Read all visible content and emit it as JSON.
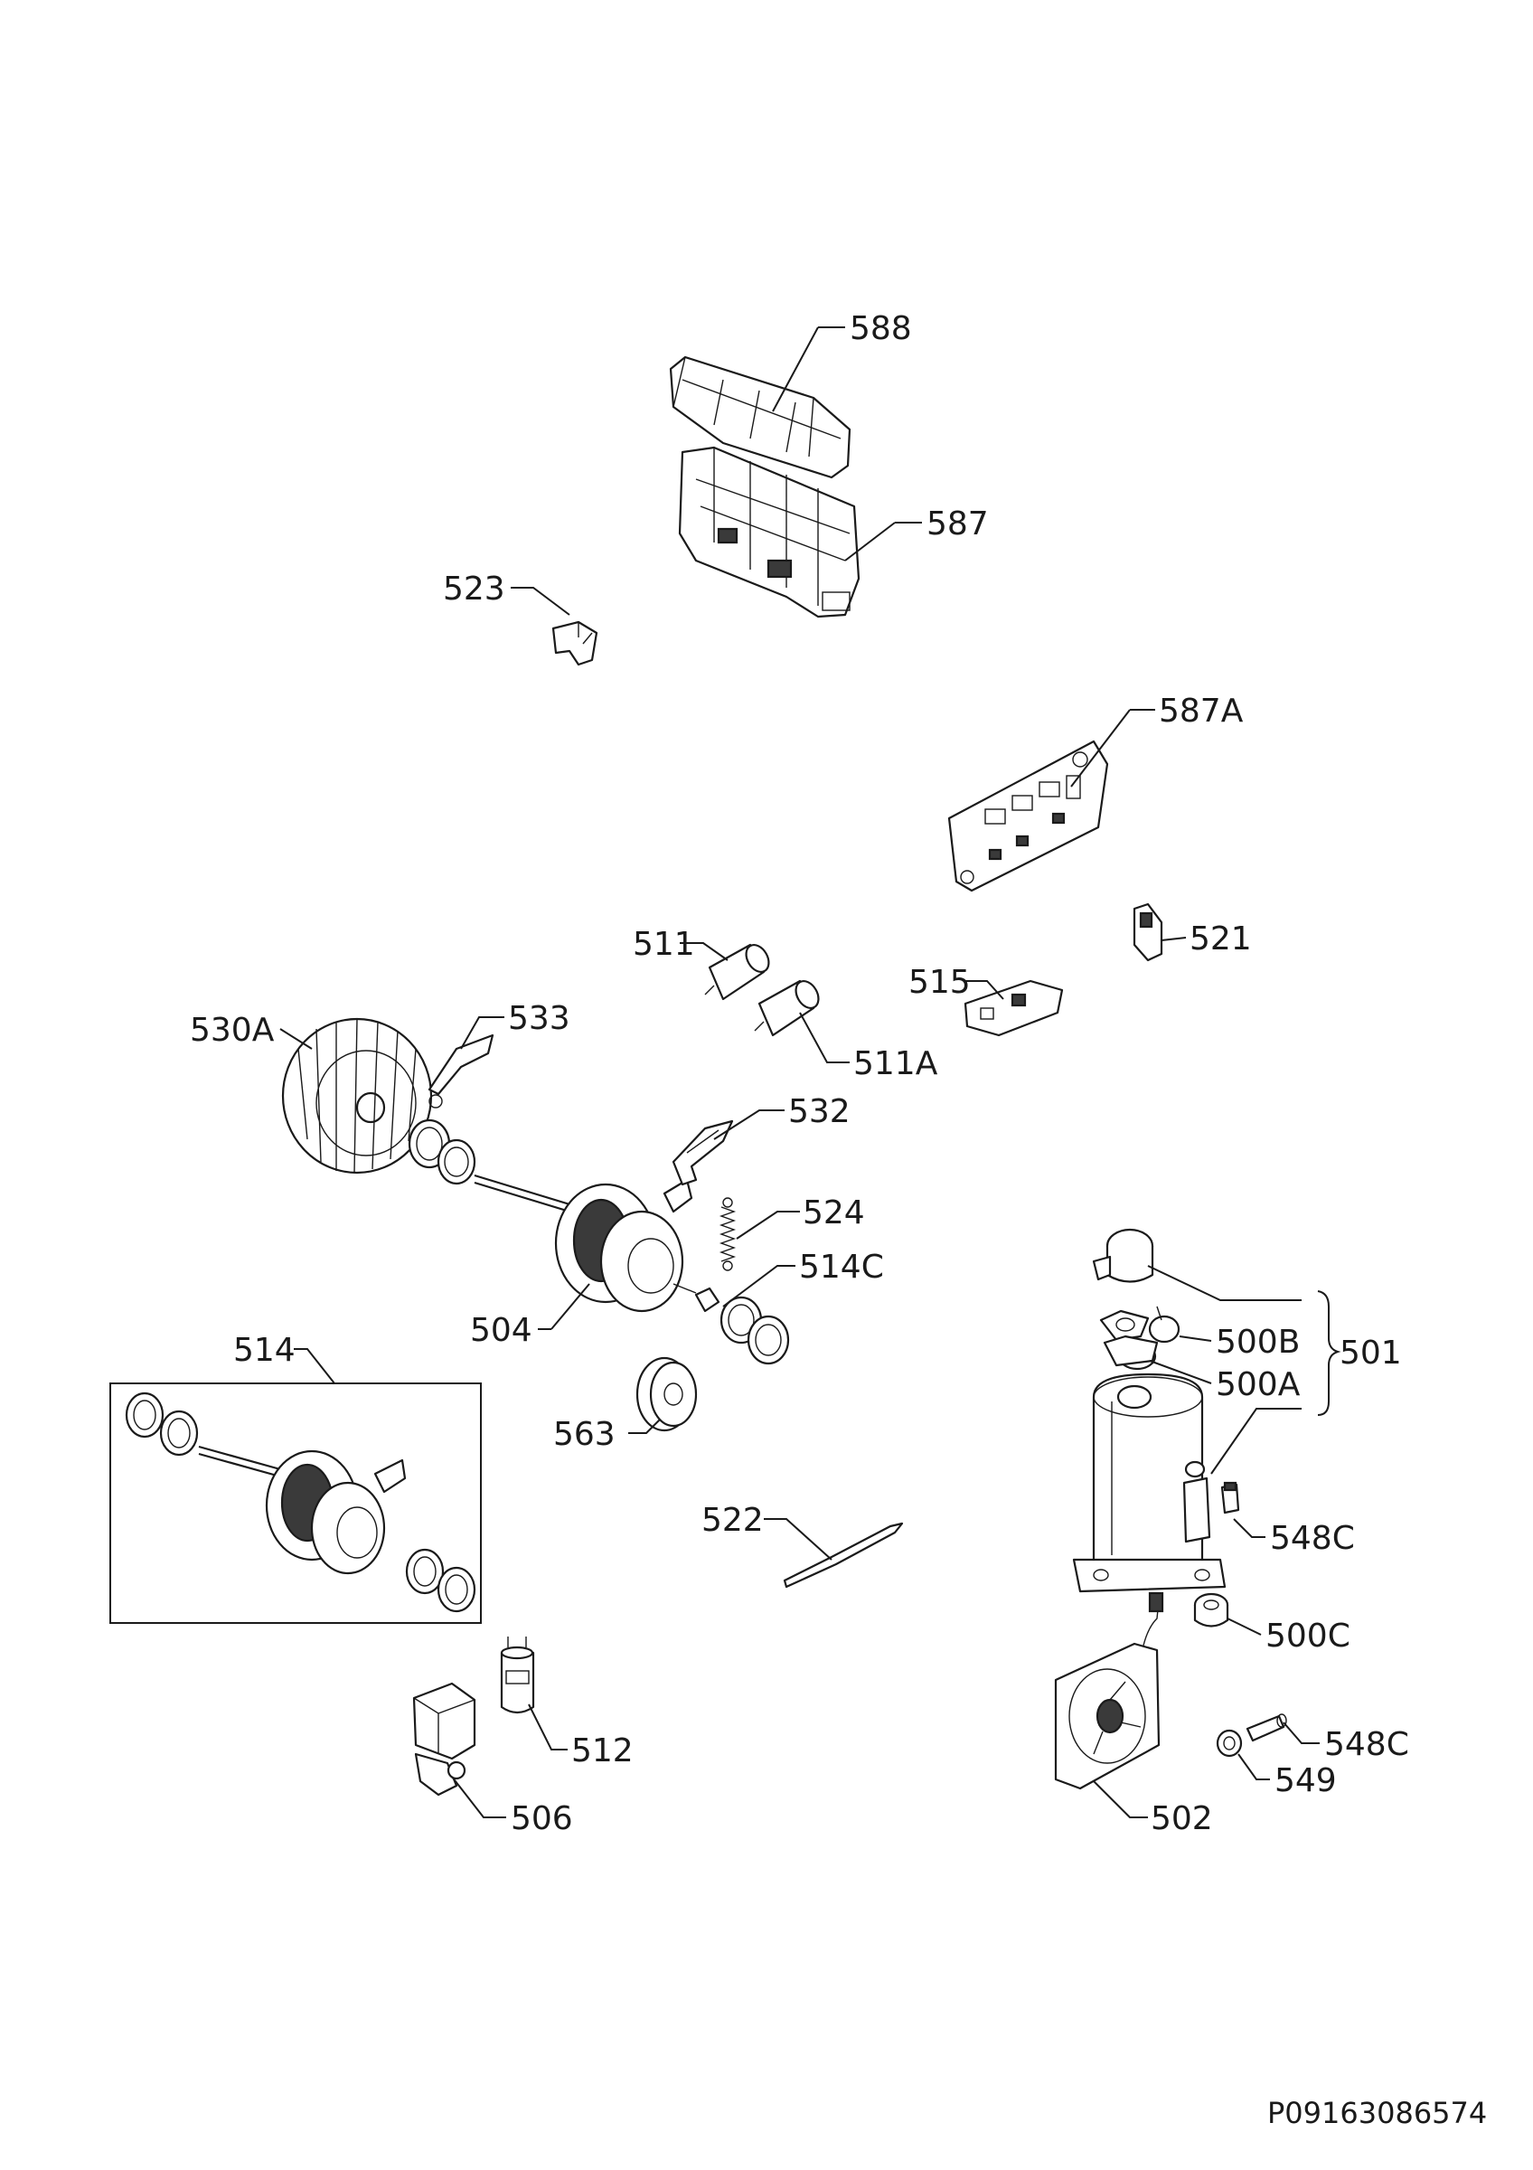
{
  "labels": {
    "p588": "588",
    "p587": "587",
    "p523": "523",
    "p587A": "587A",
    "p511": "511",
    "p511A": "511A",
    "p515": "515",
    "p521": "521",
    "p530A": "530A",
    "p533": "533",
    "p532": "532",
    "p524": "524",
    "p514C": "514C",
    "p504": "504",
    "p514": "514",
    "p563": "563",
    "p522": "522",
    "p512": "512",
    "p506": "506",
    "p500B": "500B",
    "p500A": "500A",
    "p501": "501",
    "p548C_top": "548C",
    "p500C": "500C",
    "p548C_bottom": "548C",
    "p549": "549",
    "p502": "502"
  },
  "document_code": "P09163086574"
}
